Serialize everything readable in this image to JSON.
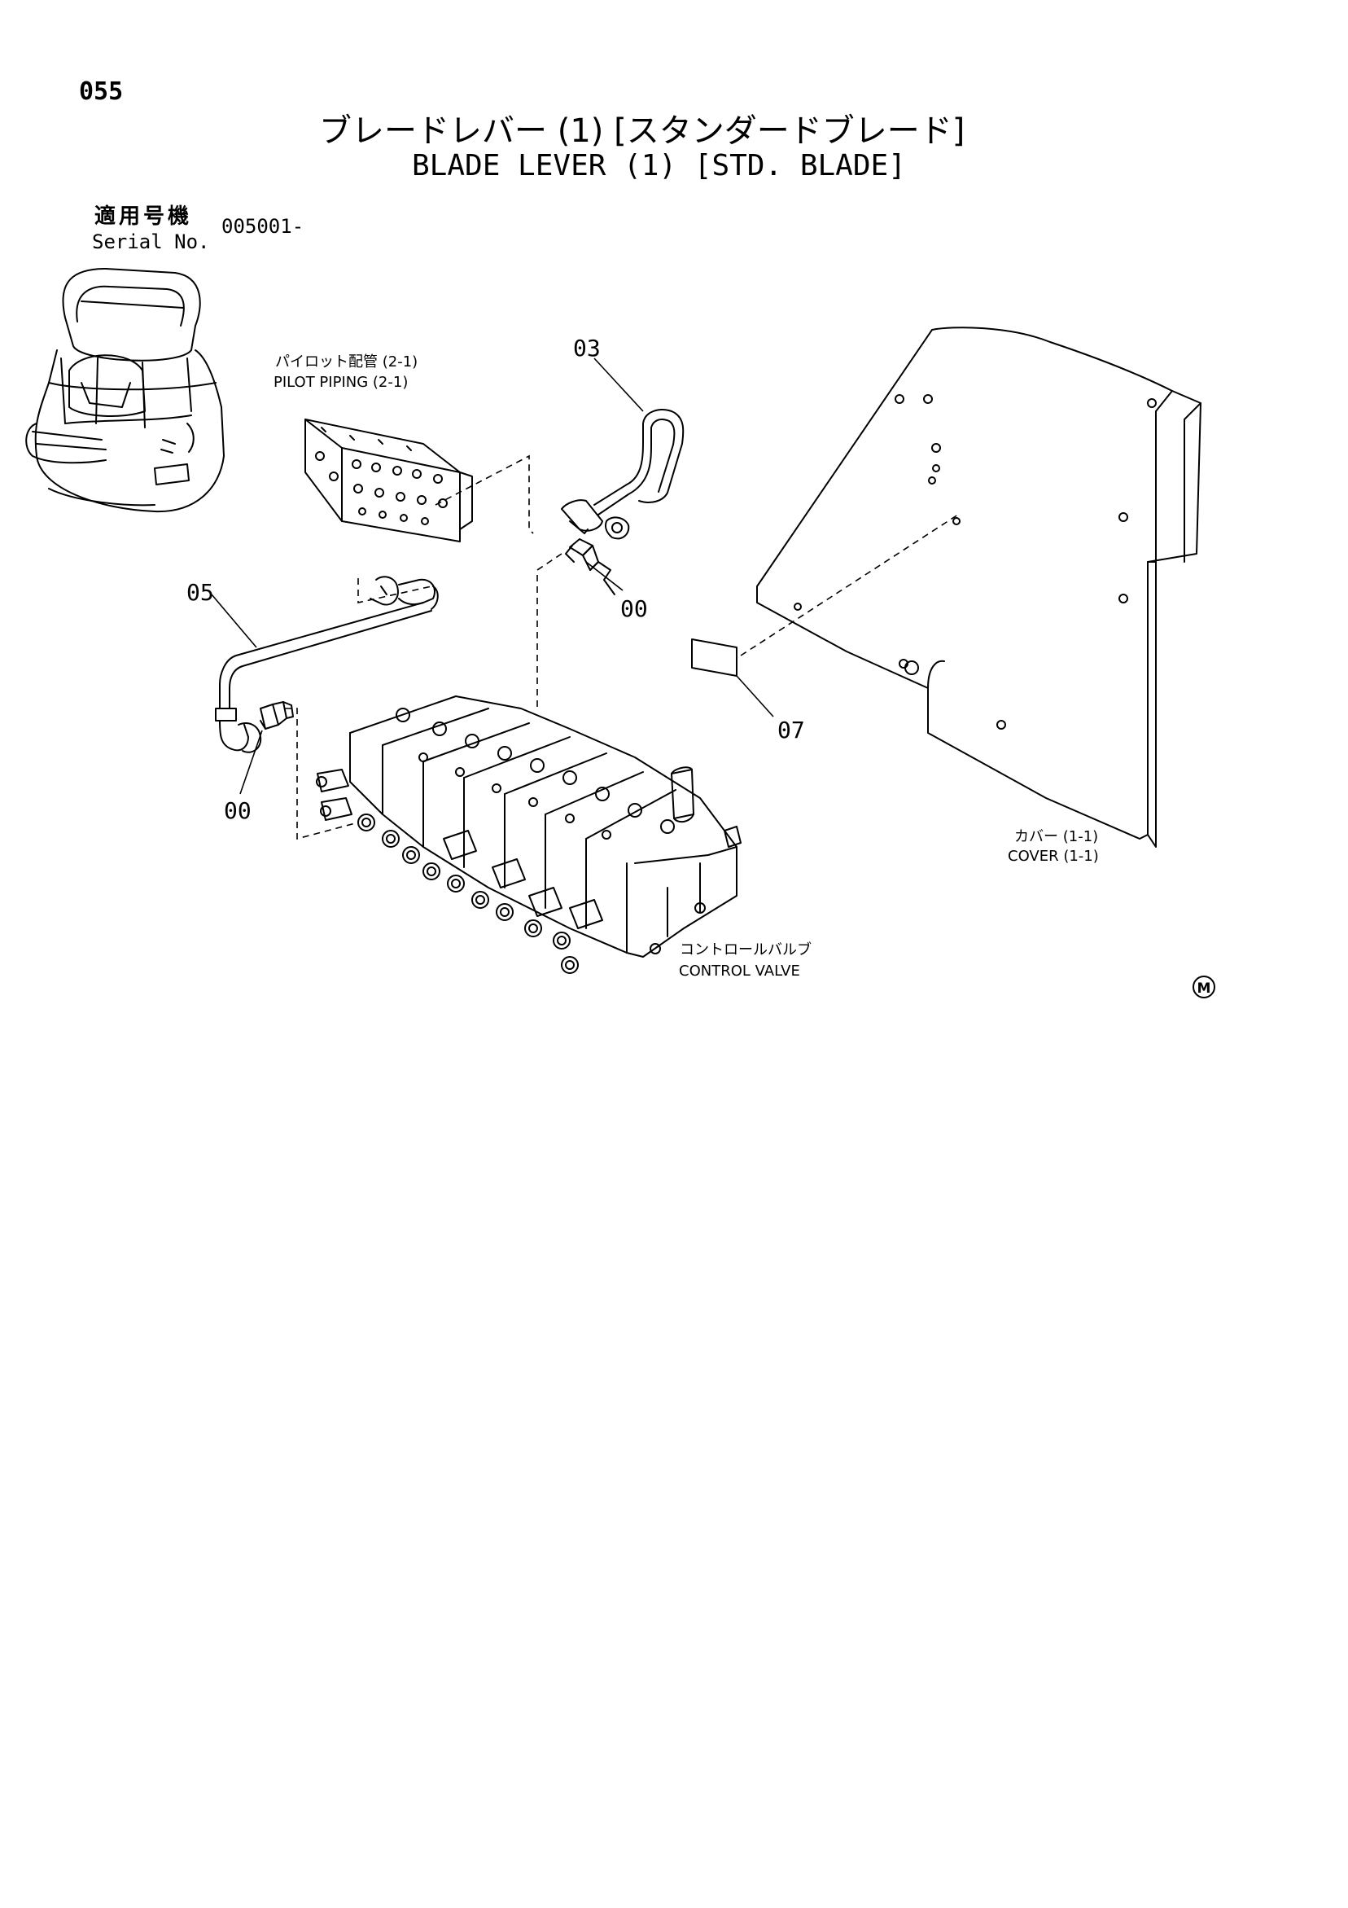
{
  "page": {
    "page_number": "055",
    "title_jp": "ブレードレバー (1) [スタンダードブレード]",
    "title_en": "BLADE LEVER (1) [STD. BLADE]",
    "serial_label_jp": "適用号機",
    "serial_label_en": "Serial No.",
    "serial_value": "005001-",
    "marker": "M"
  },
  "labels": {
    "pilot_piping_jp": "パイロット配管 (2-1)",
    "pilot_piping_en": "PILOT PIPING (2-1)",
    "cover_jp": "カバー (1-1)",
    "cover_en": "COVER (1-1)",
    "control_valve_jp": "コントロールバルブ",
    "control_valve_en": "CONTROL VALVE"
  },
  "part_numbers": {
    "hose_top": "03",
    "hose_left": "05",
    "adapter_right": "00",
    "adapter_left": "00",
    "plate": "07"
  },
  "colors": {
    "line": "#000000",
    "background": "#ffffff"
  }
}
